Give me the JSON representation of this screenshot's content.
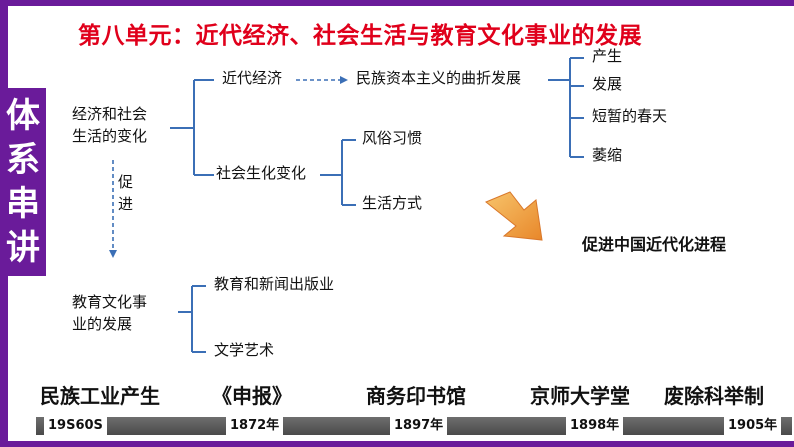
{
  "title": "第八单元：近代经济、社会生活与教育文化事业的发展",
  "side_tab": [
    "体",
    "系",
    "串",
    "讲"
  ],
  "nodes": {
    "root": "经济和社会\n生活的变化",
    "promote": "促\n进",
    "econ": "近代经济",
    "capitalism": "民族资本主义的曲折发展",
    "stage1": "产生",
    "stage2": "发展",
    "stage3": "短暂的春天",
    "stage4": "萎缩",
    "social": "社会生化变化",
    "customs": "风俗习惯",
    "lifestyle": "生活方式",
    "edu": "教育文化事\n业的发展",
    "press": "教育和新闻出版业",
    "art": "文学艺术",
    "modernize": "促进中国近代化进程"
  },
  "timeline": [
    {
      "label": "民族工业产生",
      "date": "19S60S"
    },
    {
      "label": "《申报》",
      "date": "1872年"
    },
    {
      "label": "商务印书馆",
      "date": "1897年"
    },
    {
      "label": "京师大学堂",
      "date": "1898年"
    },
    {
      "label": "废除科举制",
      "date": "1905年"
    }
  ],
  "colors": {
    "accent": "#6a1b9a",
    "title": "#e0001b",
    "line": "#3b6fb6",
    "arrow": "#f0a23a"
  }
}
